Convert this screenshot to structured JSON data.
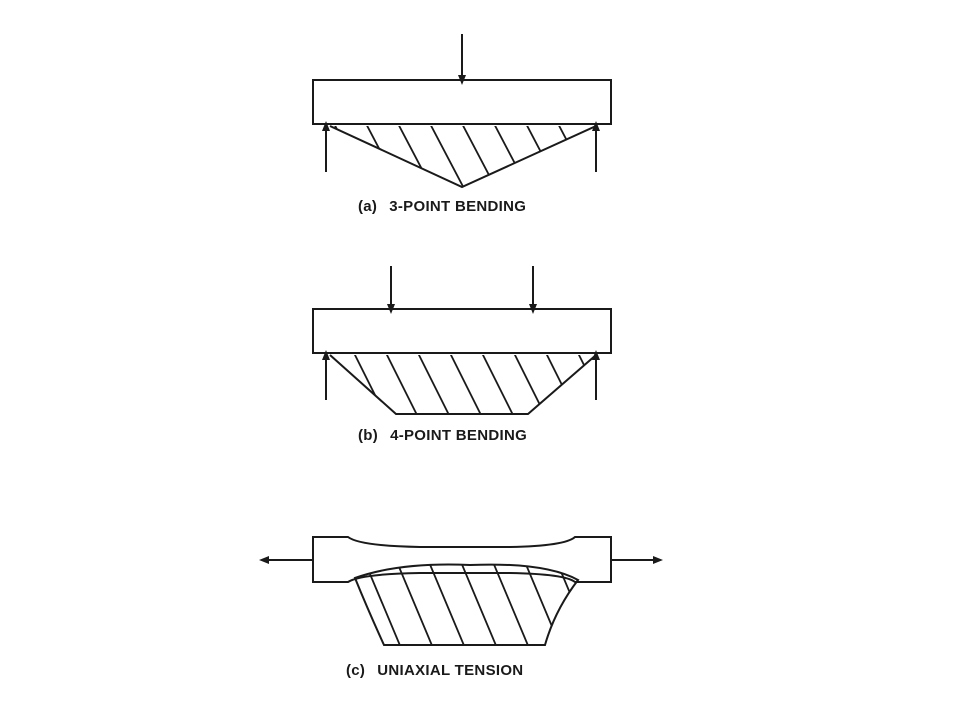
{
  "captions": {
    "a": {
      "tag": "(a)",
      "text": "3-POINT BENDING"
    },
    "b": {
      "tag": "(b)",
      "text": "4-POINT BENDING"
    },
    "c": {
      "tag": "(c)",
      "text": "UNIAXIAL TENSION"
    }
  },
  "colors": {
    "ink": "#1a1a1a",
    "background": "#ffffff"
  }
}
